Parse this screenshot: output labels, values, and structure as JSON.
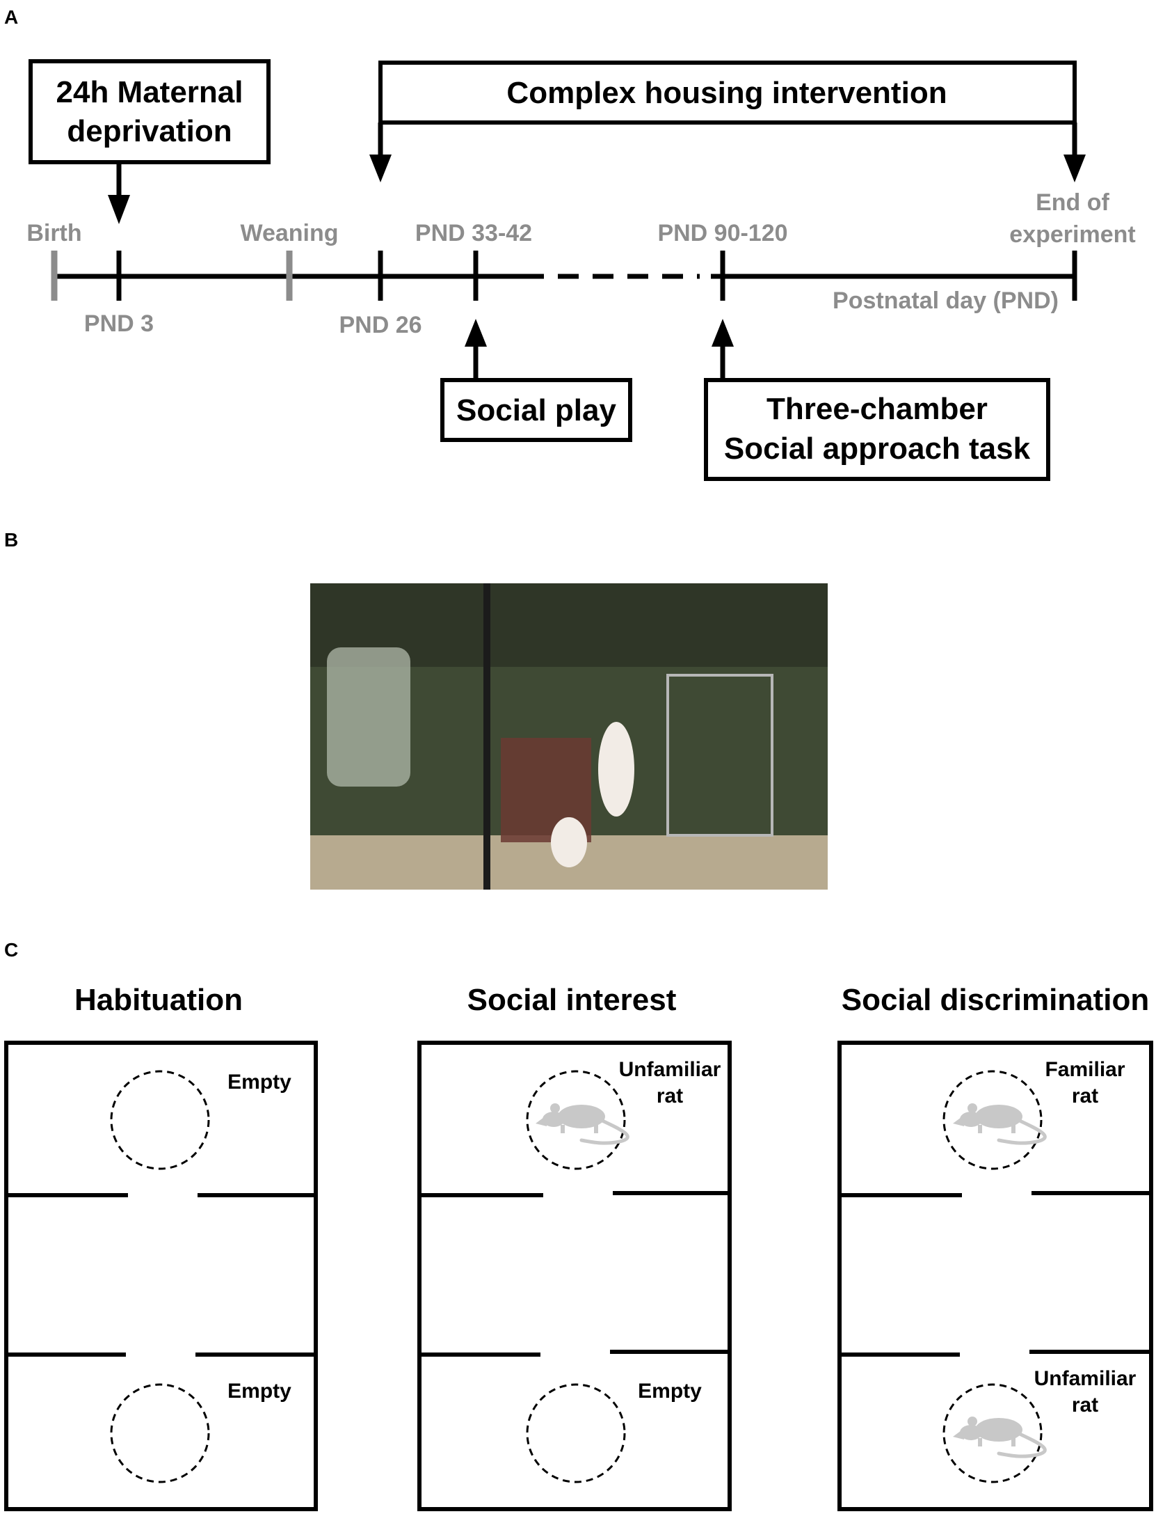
{
  "panels": {
    "a": "A",
    "b": "B",
    "c": "C"
  },
  "timeline": {
    "maternal_box": [
      "24h Maternal",
      "deprivation"
    ],
    "housing_box": "Complex housing intervention",
    "birth": "Birth",
    "weaning": "Weaning",
    "pnd_33_42": "PND 33-42",
    "pnd_90_120": "PND 90-120",
    "end_label": [
      "End of",
      "experiment"
    ],
    "pnd_3": "PND 3",
    "pnd_26": "PND 26",
    "axis_label": "Postnatal day (PND)",
    "social_play_box": "Social play",
    "three_chamber_box": [
      "Three-chamber",
      "Social approach task"
    ]
  },
  "photo": {
    "description_hidden": ""
  },
  "chambers": [
    {
      "title": "Habituation",
      "top_label": [
        "Empty"
      ],
      "bottom_label": [
        "Empty"
      ],
      "top_rat": false,
      "bottom_rat": false
    },
    {
      "title": "Social interest",
      "top_label": [
        "Unfamiliar",
        "rat"
      ],
      "bottom_label": [
        "Empty"
      ],
      "top_rat": true,
      "bottom_rat": false
    },
    {
      "title": "Social discrimination",
      "top_label": [
        "Familiar",
        "rat"
      ],
      "bottom_label": [
        "Unfamiliar",
        "rat"
      ],
      "top_rat": true,
      "bottom_rat": true
    }
  ],
  "colors": {
    "ink": "#000000",
    "gray_text": "#8c8c8c",
    "gray_tick": "#8c8c8c",
    "rat": "#c8c8c8"
  }
}
